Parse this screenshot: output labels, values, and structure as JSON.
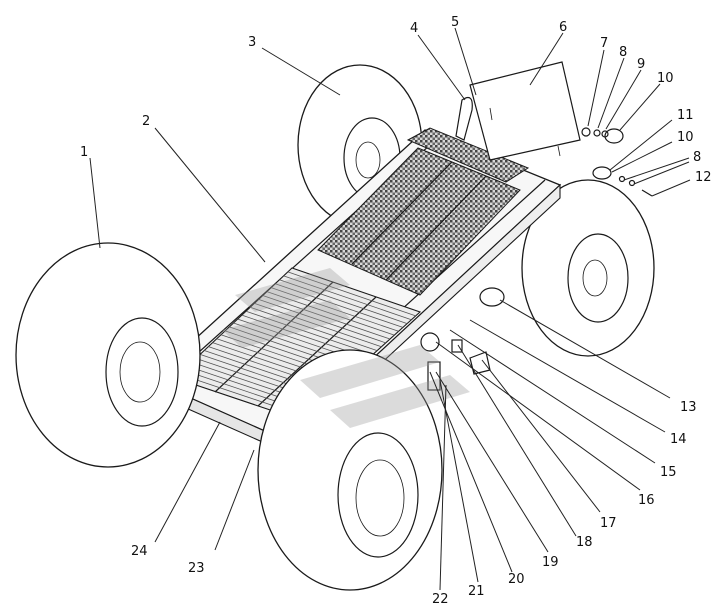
{
  "diagram": {
    "callouts": [
      {
        "id": "c1",
        "label": "1"
      },
      {
        "id": "c2",
        "label": "2"
      },
      {
        "id": "c3",
        "label": "3"
      },
      {
        "id": "c4",
        "label": "4"
      },
      {
        "id": "c5",
        "label": "5"
      },
      {
        "id": "c6",
        "label": "6"
      },
      {
        "id": "c7",
        "label": "7"
      },
      {
        "id": "c8a",
        "label": "8"
      },
      {
        "id": "c9",
        "label": "9"
      },
      {
        "id": "c10a",
        "label": "10"
      },
      {
        "id": "c11",
        "label": "11"
      },
      {
        "id": "c10b",
        "label": "10"
      },
      {
        "id": "c8b",
        "label": "8"
      },
      {
        "id": "c12",
        "label": "12"
      },
      {
        "id": "c13",
        "label": "13"
      },
      {
        "id": "c14",
        "label": "14"
      },
      {
        "id": "c15",
        "label": "15"
      },
      {
        "id": "c16",
        "label": "16"
      },
      {
        "id": "c17",
        "label": "17"
      },
      {
        "id": "c18",
        "label": "18"
      },
      {
        "id": "c19",
        "label": "19"
      },
      {
        "id": "c20",
        "label": "20"
      },
      {
        "id": "c21",
        "label": "21"
      },
      {
        "id": "c22",
        "label": "22"
      },
      {
        "id": "c23",
        "label": "23"
      },
      {
        "id": "c24",
        "label": "24"
      }
    ]
  }
}
